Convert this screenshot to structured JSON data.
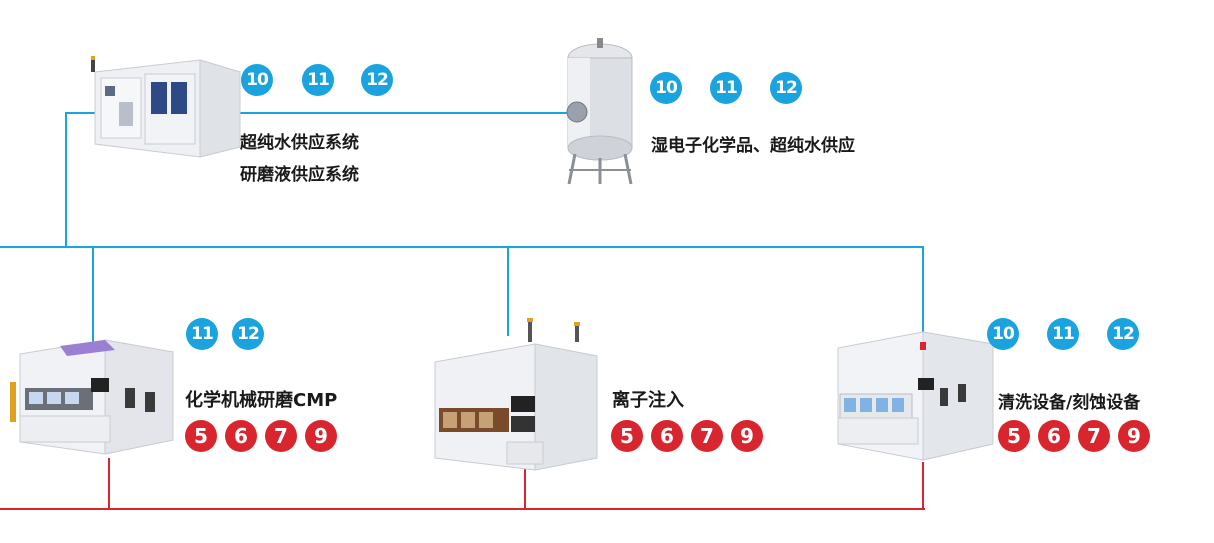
{
  "colors": {
    "blue": "#1aa3de",
    "red": "#d9262e"
  },
  "supply_units": [
    {
      "id": "ultrapure-water",
      "machine": "supply-cabinet",
      "badges": [
        "10",
        "11",
        "12"
      ],
      "label_lines": [
        "超纯水供应系统",
        "研磨液供应系统"
      ]
    },
    {
      "id": "chemical-tank",
      "machine": "storage-tank",
      "badges": [
        "10",
        "11",
        "12"
      ],
      "label_lines": [
        "湿电子化学品、超纯水供应"
      ]
    }
  ],
  "equipment": [
    {
      "id": "cmp",
      "blue_badges": [
        "11",
        "12"
      ],
      "label": "化学机械研磨CMP",
      "red_badges": [
        "5",
        "6",
        "7",
        "9"
      ]
    },
    {
      "id": "ion-implant",
      "blue_badges": [],
      "label": "离子注入",
      "red_badges": [
        "5",
        "6",
        "7",
        "9"
      ]
    },
    {
      "id": "clean-etch",
      "blue_badges": [
        "10",
        "11",
        "12"
      ],
      "label": "清洗设备/刻蚀设备",
      "red_badges": [
        "5",
        "6",
        "7",
        "9"
      ]
    }
  ]
}
